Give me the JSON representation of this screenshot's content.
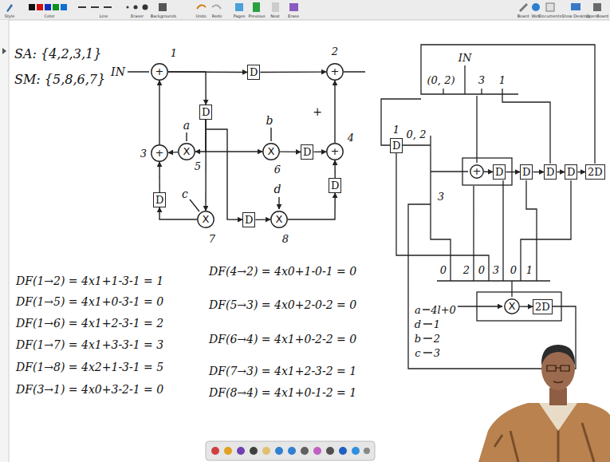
{
  "diagram": {
    "nodes": [
      {
        "text": [
          "+",
          "1"
        ]
      },
      {
        "text": [
          "D"
        ]
      },
      {
        "text": [
          "+",
          "2"
        ]
      },
      {
        "text": [
          "D"
        ]
      },
      {
        "text": [
          "+",
          "3"
        ]
      },
      {
        "text": [
          "X",
          "5"
        ]
      },
      {
        "text": [
          "X",
          "6"
        ]
      },
      {
        "text": [
          "D"
        ]
      },
      {
        "text": [
          "+",
          "4"
        ]
      },
      {
        "text": [
          "D"
        ]
      },
      {
        "text": [
          "X",
          "7"
        ]
      },
      {
        "text": [
          "D"
        ]
      },
      {
        "text": [
          "X",
          "8"
        ]
      },
      {
        "text": [
          "D"
        ]
      },
      {
        "text": [
          "D"
        ]
      },
      {
        "text": [
          "+"
        ]
      },
      {
        "text": [
          "D"
        ]
      },
      {
        "text": [
          "D"
        ]
      },
      {
        "text": [
          "D"
        ]
      },
      {
        "text": [
          "D"
        ]
      },
      {
        "text": [
          "2D"
        ]
      },
      {
        "text": [
          "X"
        ]
      },
      {
        "text": [
          "2D"
        ]
      }
    ],
    "edges": [
      {
        "from": 0,
        "to": 1,
        "arrow": "to"
      },
      {
        "from": 1,
        "to": 2,
        "arrow": "to"
      },
      {
        "from": 0,
        "to": 3,
        "arrow": "to"
      },
      {
        "from": 3,
        "to": 5,
        "arrow": "to"
      },
      {
        "from": 3,
        "to": 6,
        "arrow": "to"
      },
      {
        "from": 3,
        "to": 10,
        "arrow": "to"
      },
      {
        "from": 3,
        "to": 11,
        "arrow": "to"
      },
      {
        "from": 11,
        "to": 12,
        "arrow": "to"
      },
      {
        "from": 5,
        "to": 4,
        "arrow": "to"
      },
      {
        "from": 4,
        "to": 0,
        "arrow": "to"
      },
      {
        "from": 6,
        "to": 7,
        "arrow": "to"
      },
      {
        "from": 7,
        "to": 8,
        "arrow": "to"
      },
      {
        "from": 12,
        "to": 13,
        "arrow": "to"
      },
      {
        "from": 13,
        "to": 8,
        "arrow": "to"
      },
      {
        "from": 8,
        "to": 2,
        "arrow": "to"
      },
      {
        "from": 10,
        "to": 9,
        "arrow": "to"
      },
      {
        "from": 9,
        "to": 4,
        "arrow": "to"
      },
      {
        "from": 15,
        "to": 16,
        "arrow": "to"
      },
      {
        "from": 16,
        "to": 17,
        "arrow": "to"
      },
      {
        "from": 17,
        "to": 18,
        "arrow": "to"
      },
      {
        "from": 18,
        "to": 19,
        "arrow": "to"
      },
      {
        "from": 19,
        "to": 20,
        "arrow": "to"
      },
      {
        "from": 21,
        "to": 22,
        "arrow": "to"
      }
    ],
    "labels": [
      "Style",
      "Color",
      "Line",
      "Eraser",
      "Backgrounds",
      "Undo",
      "Redo",
      "Pages",
      "Previous",
      "Next",
      "Erase",
      "Board",
      "Web",
      "Documents",
      "Show Desktop",
      "OpenBoard",
      "SA: {4,2,3,1}",
      "SM: {5,8,6,7}",
      "IN",
      "a",
      "b",
      "c",
      "d",
      "+",
      "DF(1→2) = 4x1+1-3-1 = 1",
      "DF(1→5) = 4x1+0-3-1 = 0",
      "DF(1→6) = 4x1+2-3-1 = 2",
      "DF(1→7) = 4x1+3-3-1 = 3",
      "DF(1→8) = 4x2+1-3-1 = 5",
      "DF(3→1) = 4x0+3-2-1 = 0",
      "DF(4→2) = 4x0+1-0-1 = 0",
      "DF(5→3) = 4x0+2-0-2 = 0",
      "DF(6→4) = 4x1+0-2-2 = 0",
      "DF(7→3) = 4x1+2-3-2 = 1",
      "DF(8→4) = 4x1+0-1-2 = 1",
      "IN",
      "(0, 2)",
      "3",
      "1",
      "1",
      "0, 2",
      "3",
      "0",
      "2",
      "0",
      "3",
      "0",
      "1",
      "a",
      "4l+0",
      "d",
      "1",
      "b",
      "2",
      "c",
      "3"
    ]
  }
}
